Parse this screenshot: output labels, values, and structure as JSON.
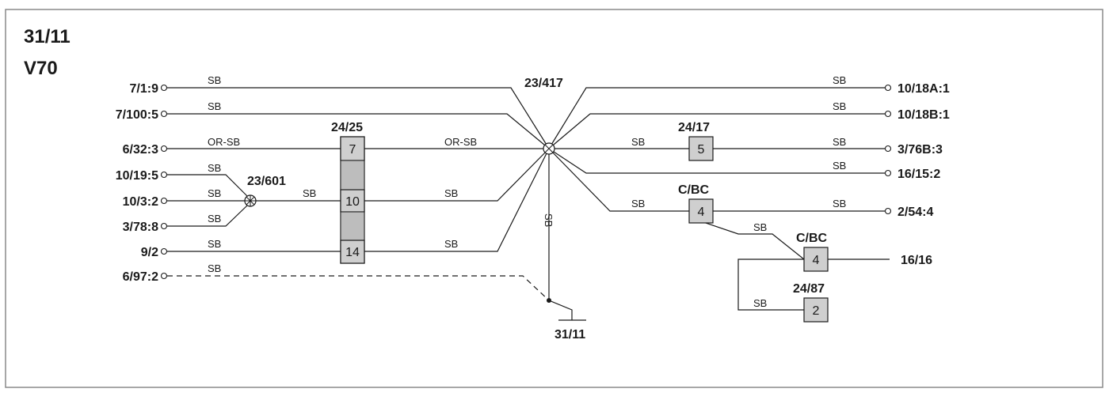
{
  "diagram": {
    "title": "31/11",
    "subtitle": "V70",
    "wire_color_sb": "SB",
    "wire_color_orsb": "OR-SB",
    "terminals_left": [
      "7/1:9",
      "7/100:5",
      "6/32:3",
      "10/19:5",
      "10/3:2",
      "3/78:8",
      "9/2",
      "6/97:2"
    ],
    "terminals_right": [
      "10/18A:1",
      "10/18B:1",
      "3/76B:3",
      "16/15:2",
      "2/54:4",
      "16/16"
    ],
    "splices": [
      "23/601",
      "23/417"
    ],
    "components": [
      {
        "id": "24/25",
        "pins": [
          "7",
          "10",
          "14"
        ]
      },
      {
        "id": "24/17",
        "pins": [
          "5"
        ]
      },
      {
        "id": "C/BC",
        "pins": [
          "4"
        ]
      },
      {
        "id": "C/BC",
        "pins": [
          "4"
        ]
      },
      {
        "id": "24/87",
        "pins": [
          "2"
        ]
      }
    ],
    "ground": "31/11"
  }
}
